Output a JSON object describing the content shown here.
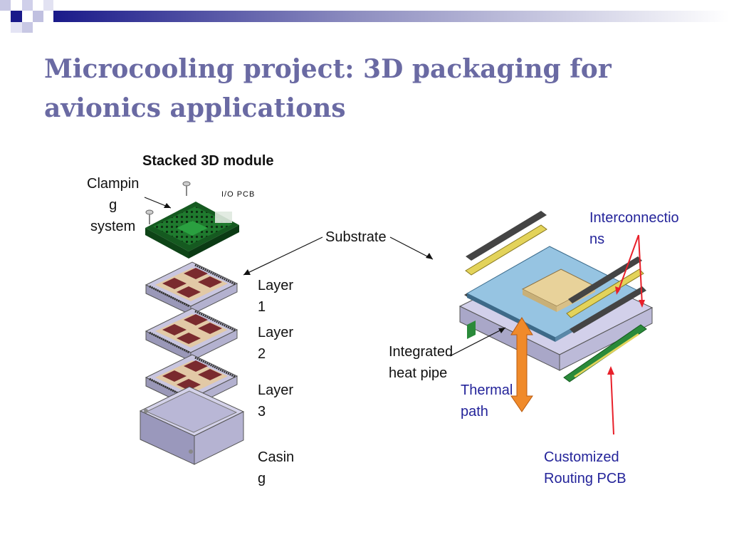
{
  "slide": {
    "title_lines": [
      "Microcooling project: 3D packaging for",
      "avionics applications"
    ],
    "colors": {
      "title": "#6a6aa3",
      "banner": "#1a1a8a",
      "callout_blue": "#24249a",
      "arrow_red": "#e8202a",
      "thermal_arrow": "#f08a2a"
    }
  },
  "labels": {
    "stacked_module": "Stacked 3D module",
    "clamping": [
      "Clampin",
      "g",
      "system"
    ],
    "io_pcb": "I/O PCB",
    "substrate": "Substrate",
    "layer1": [
      "Layer",
      "1"
    ],
    "layer2": [
      "Layer",
      "2"
    ],
    "layer3": [
      "Layer",
      "3"
    ],
    "casing": [
      "Casin",
      "g"
    ],
    "interconnections": [
      "Interconnectio",
      "ns"
    ],
    "heat_pipe": [
      "Integrated",
      "heat pipe"
    ],
    "thermal_path": [
      "Thermal",
      "path"
    ],
    "routing_pcb": [
      "Customized",
      "Routing PCB"
    ]
  }
}
